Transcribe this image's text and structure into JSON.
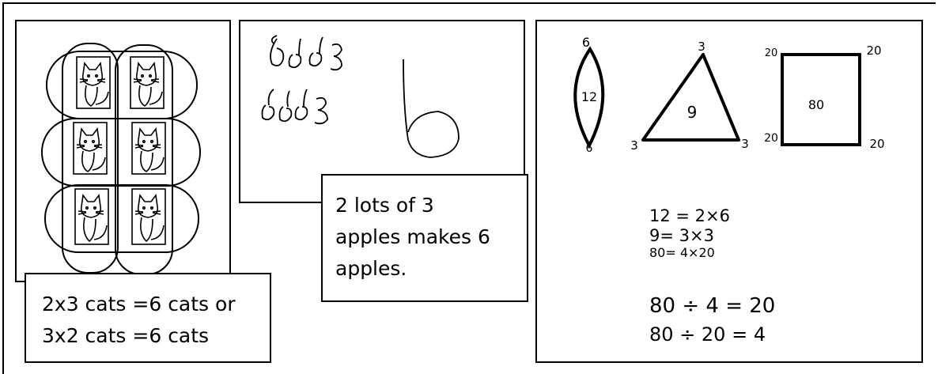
{
  "cats_caption": {
    "line1": "2x3 cats =6 cats or",
    "line2": "3x2 cats =6 cats"
  },
  "apples_caption": {
    "line1": "2 lots of 3",
    "line2": "apples makes 6",
    "line3": "apples."
  },
  "shapes_panel": {
    "lens_top": "6",
    "lens_center": "12",
    "lens_bottom": "6",
    "triangle_top": "3",
    "triangle_center": "9",
    "triangle_left": "3",
    "triangle_right": "3",
    "square_tl": "20",
    "square_tr": "20",
    "square_center": "80",
    "square_bl": "20",
    "square_br": "20",
    "eq1": "12 = 2×6",
    "eq2": "9= 3×3",
    "eq3": "80= 4×20",
    "eq4": "80 ÷ 4 = 20",
    "eq5": "80 ÷ 20 = 4"
  }
}
